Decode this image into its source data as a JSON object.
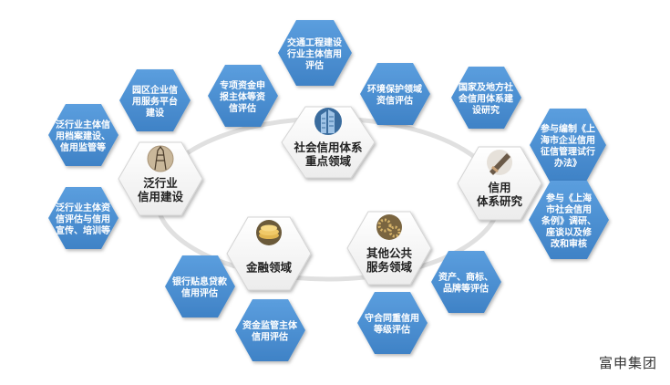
{
  "core_nodes": [
    {
      "id": "general",
      "lines": [
        "泛行业",
        "信用建设"
      ],
      "icon": "power-tower-icon"
    },
    {
      "id": "social",
      "lines": [
        "社会信用体系",
        "重点领域"
      ],
      "icon": "building-icon"
    },
    {
      "id": "research",
      "lines": [
        "信用",
        "体系研究"
      ],
      "icon": "pen-writing-icon"
    },
    {
      "id": "public",
      "lines": [
        "其他公共",
        "服务领域"
      ],
      "icon": "gears-icon"
    },
    {
      "id": "finance",
      "lines": [
        "金融领域"
      ],
      "icon": "gold-coins-icon"
    }
  ],
  "service_nodes": [
    {
      "lines": [
        "泛行业主体信",
        "用档案建设、",
        "信用监管等"
      ]
    },
    {
      "lines": [
        "泛行业主体资",
        "信评估与信用",
        "宣传、培训等"
      ]
    },
    {
      "lines": [
        "园区企业信",
        "用服务平台",
        "建设"
      ]
    },
    {
      "lines": [
        "专项资金申",
        "报主体等资",
        "信评估"
      ]
    },
    {
      "lines": [
        "交通工程建设",
        "行业主体信用",
        "评估"
      ]
    },
    {
      "lines": [
        "环境保护领域",
        "资信评估"
      ]
    },
    {
      "lines": [
        "国家及地方社",
        "会信用体系建",
        "设研究"
      ]
    },
    {
      "lines": [
        "参与编制《上",
        "海市企业信用",
        "征信管理试行",
        "办法》"
      ]
    },
    {
      "lines": [
        "参与《上海",
        "市社会信用",
        "条例》调研、",
        "座谈以及修",
        "改和审核"
      ]
    },
    {
      "lines": [
        "资产、商标、",
        "品牌等评估"
      ]
    },
    {
      "lines": [
        "守合同重信用",
        "等级评估"
      ]
    },
    {
      "lines": [
        "银行贴息贷款",
        "信用评估"
      ]
    },
    {
      "lines": [
        "资金监管主体",
        "信用评估"
      ]
    }
  ],
  "brand": "富申集团",
  "colors": {
    "service_fill": "#4a8fd0",
    "core_fill": "#ffffff",
    "ring": "#e0e0e0"
  }
}
